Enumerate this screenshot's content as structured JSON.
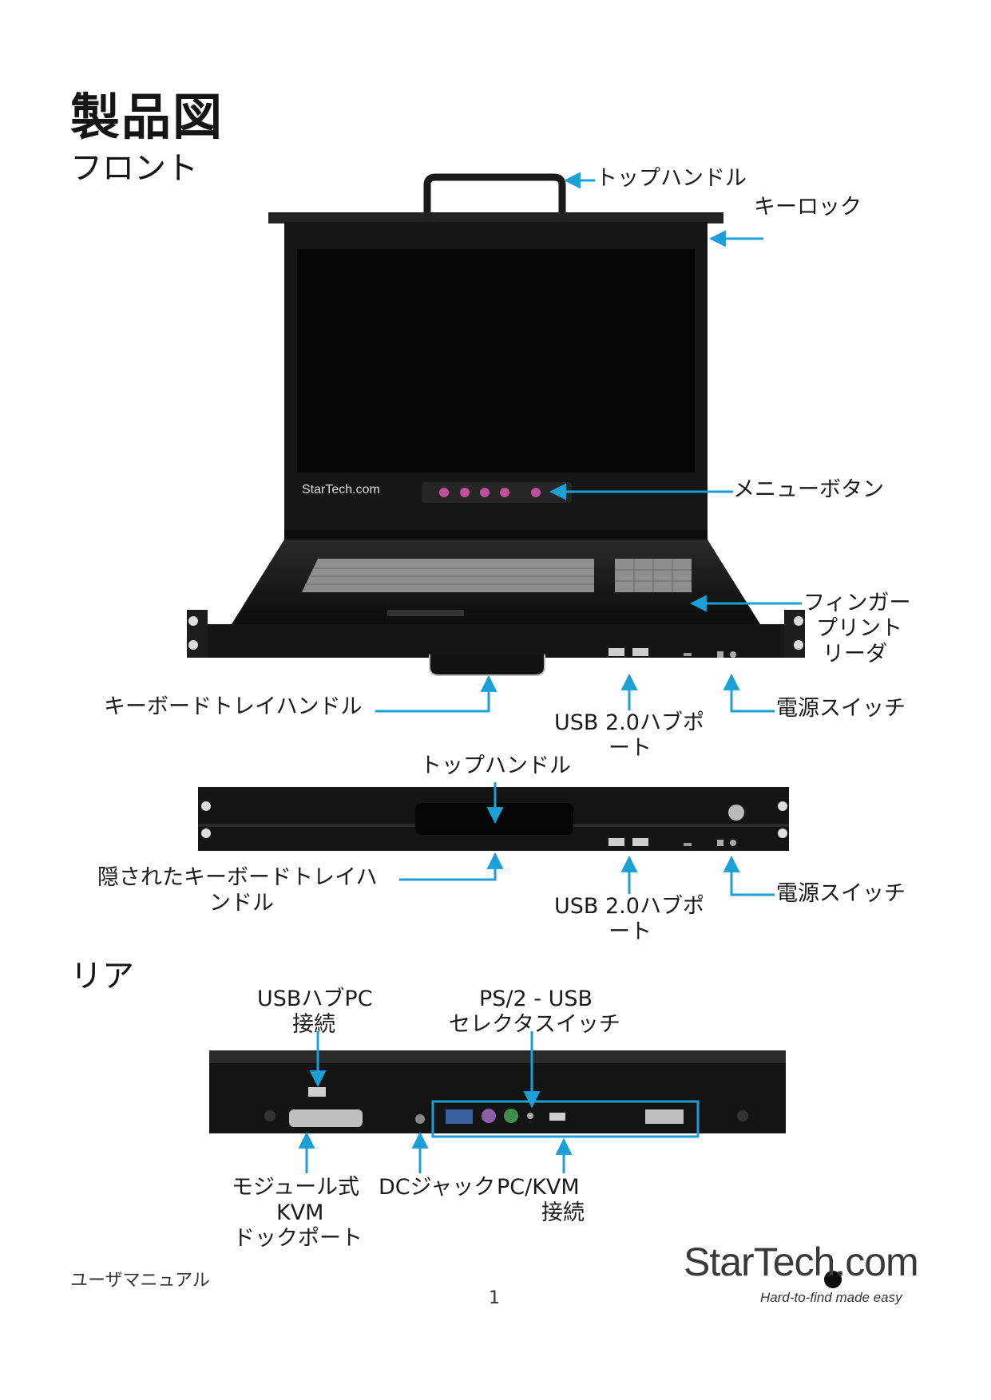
{
  "title": "製品図",
  "sections": {
    "front": "フロント",
    "rear": "リア"
  },
  "front_labels": {
    "top_handle": "トップハンドル",
    "key_lock": "キーロック",
    "menu_buttons": "メニューボタン",
    "fingerprint_l1": "フィンガー",
    "fingerprint_l2": "プリント",
    "fingerprint_l3": "リーダ",
    "keyboard_tray_handle": "キーボードトレイハンドル",
    "usb_hub_port_l1": "USB 2.0ハブポ",
    "usb_hub_port_l2": "ート",
    "power_switch": "電源スイッチ"
  },
  "closed_labels": {
    "top_handle": "トップハンドル",
    "hidden_tray_handle_l1": "隠されたキーボードトレイハ",
    "hidden_tray_handle_l2": "ンドル",
    "usb_hub_port_l1": "USB 2.0ハブポ",
    "usb_hub_port_l2": "ート",
    "power_switch": "電源スイッチ"
  },
  "rear_labels": {
    "usb_hub_pc_l1": "USBハブPC",
    "usb_hub_pc_l2": "接続",
    "ps2_usb_l1": "PS/2 - USB",
    "ps2_usb_l2": "セレクタスイッチ",
    "modular_kvm_l1": "モジュール式",
    "modular_kvm_l2": "KVM",
    "modular_kvm_l3": "ドックポート",
    "dc_jack": "DCジャック",
    "pc_kvm_l1": "PC/KVM",
    "pc_kvm_l2": "接続"
  },
  "screen_brand": "StarTech.com",
  "footer": {
    "manual": "ユーザマニュアル",
    "page_number": "1",
    "logo": "StarTech.com",
    "tagline": "Hard-to-find made easy"
  },
  "colors": {
    "callout": "#1a9fd6",
    "device": "#141414",
    "menu_button": "#c0509a"
  }
}
